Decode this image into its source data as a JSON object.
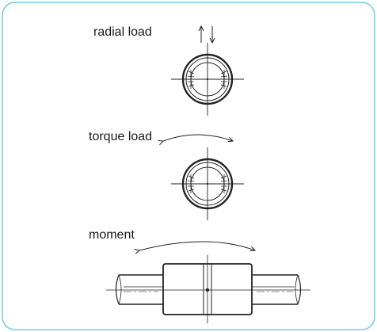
{
  "labels": {
    "radial": "radial load",
    "torque": "torque load",
    "moment": "moment"
  },
  "colors": {
    "frame_border": "#6ecde8",
    "stroke": "#222222",
    "background": "#ffffff"
  }
}
